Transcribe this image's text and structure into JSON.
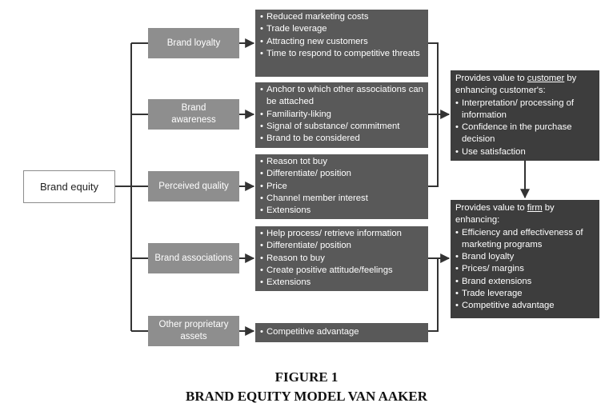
{
  "root": {
    "label": "Brand equity"
  },
  "dimensions": [
    {
      "label": "Brand loyalty",
      "items": [
        "Reduced marketing costs",
        "Trade leverage",
        "Attracting new customers",
        "Time to respond to competitive threats"
      ]
    },
    {
      "label": "Brand\nawareness",
      "items": [
        "Anchor to which other associations can be attached",
        "Familiarity-liking",
        "Signal of  substance/ commitment",
        "Brand to be considered"
      ]
    },
    {
      "label": "Perceived quality",
      "items": [
        "Reason tot buy",
        "Differentiate/ position",
        "Price",
        "Channel member interest",
        "Extensions"
      ]
    },
    {
      "label": "Brand associations",
      "items": [
        "Help process/ retrieve information",
        "Differentiate/ position",
        "Reason to buy",
        "Create positive attitude/feelings",
        "Extensions"
      ]
    },
    {
      "label": "Other proprietary\nassets",
      "items": [
        "Competitive advantage"
      ]
    }
  ],
  "customer_value": {
    "pre": "Provides value to ",
    "emph": "customer",
    "post": " by enhancing customer's:",
    "items": [
      "Interpretation/ processing of information",
      "Confidence in the purchase decision",
      "Use satisfaction"
    ]
  },
  "firm_value": {
    "pre": "Provides value to ",
    "emph": "firm",
    "post": " by enhancing:",
    "items": [
      "Efficiency and effectiveness of marketing programs",
      "Brand loyalty",
      "Prices/ margins",
      "Brand extensions",
      "Trade leverage",
      "Competitive advantage"
    ]
  },
  "caption": {
    "line1": "FIGURE 1",
    "line2": "BRAND EQUITY MODEL VAN AAKER"
  }
}
